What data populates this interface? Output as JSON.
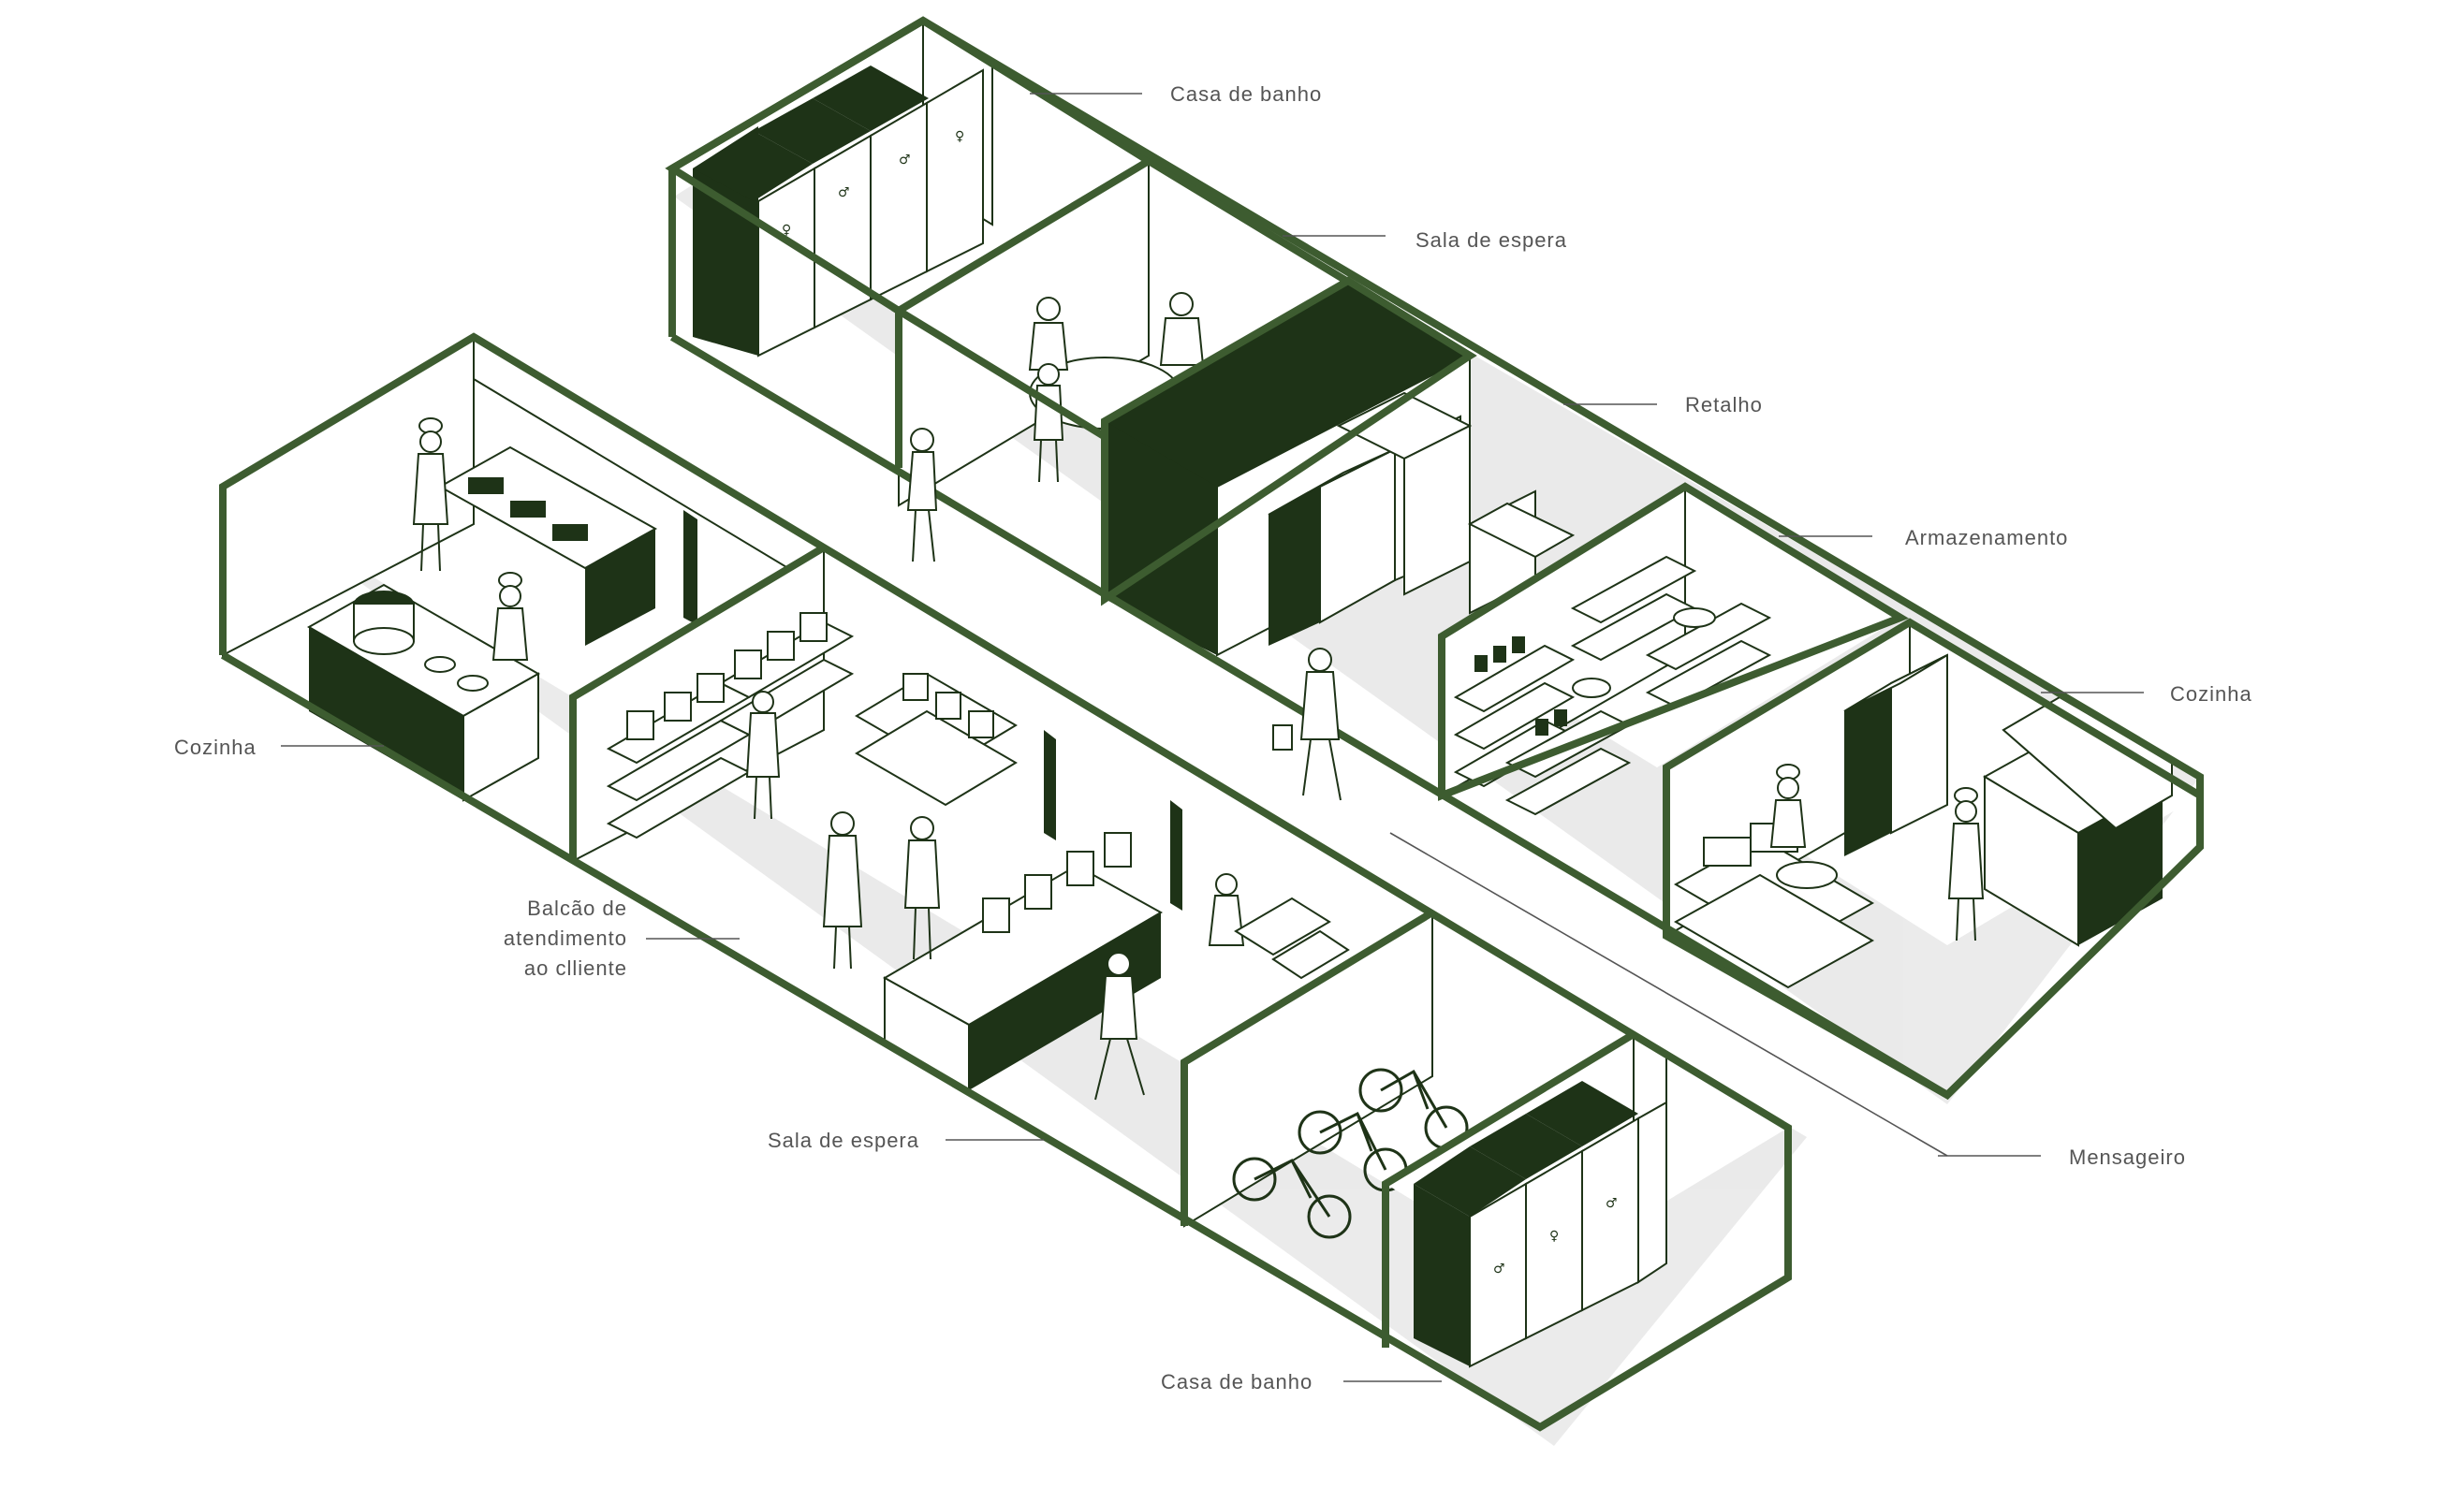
{
  "colors": {
    "outline": "#3d5c30",
    "dark_fill": "#1e3317",
    "label_text": "#555555",
    "background": "#ffffff"
  },
  "labels": {
    "top_bathroom": "Casa de banho",
    "top_waiting_room": "Sala de espera",
    "retail": "Retalho",
    "storage": "Armazenamento",
    "right_kitchen": "Cozinha",
    "courier": "Mensageiro",
    "left_kitchen": "Cozinha",
    "counter_line1": "Balcão de",
    "counter_line2": "atendimento",
    "counter_line3": "ao clliente",
    "bottom_waiting_room": "Sala de espera",
    "bottom_bathroom": "Casa de banho"
  }
}
